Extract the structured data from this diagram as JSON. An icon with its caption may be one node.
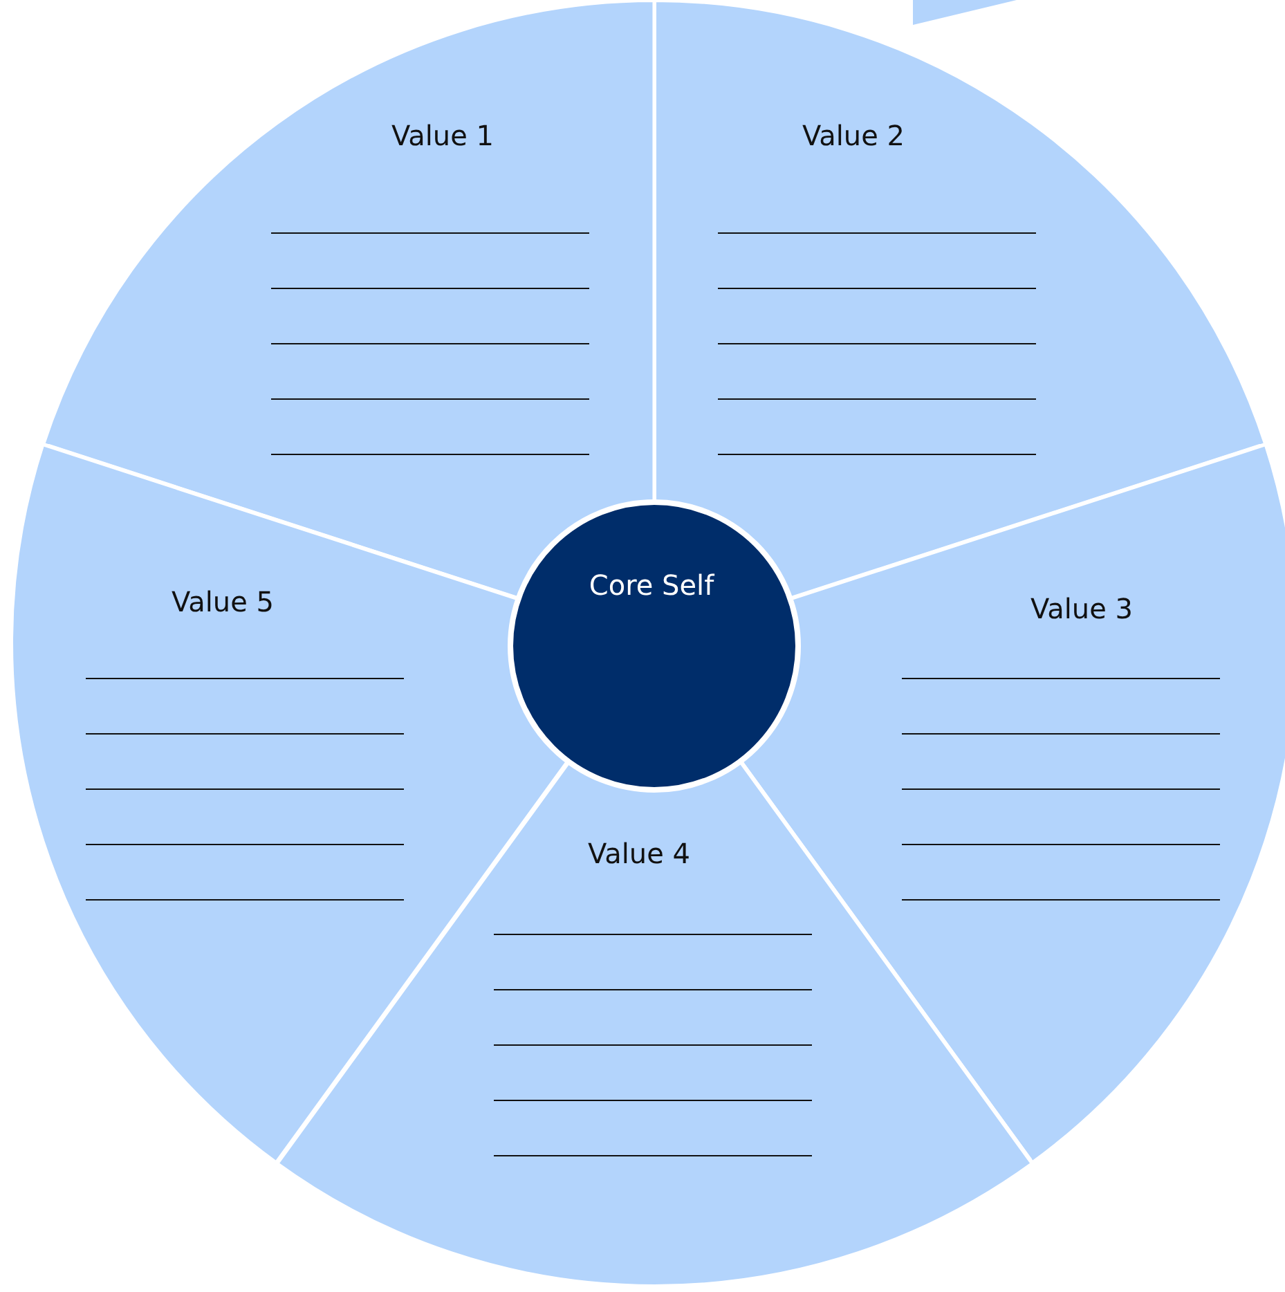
{
  "diagram": {
    "nodes": [
      {
        "text": [
          "Value 1"
        ]
      },
      {
        "text": [
          "Value 2"
        ]
      },
      {
        "text": [
          "Value 3"
        ]
      },
      {
        "text": [
          "Value 4"
        ]
      },
      {
        "text": [
          "Value 5"
        ]
      },
      {
        "text": [
          "Core Self"
        ]
      }
    ]
  }
}
